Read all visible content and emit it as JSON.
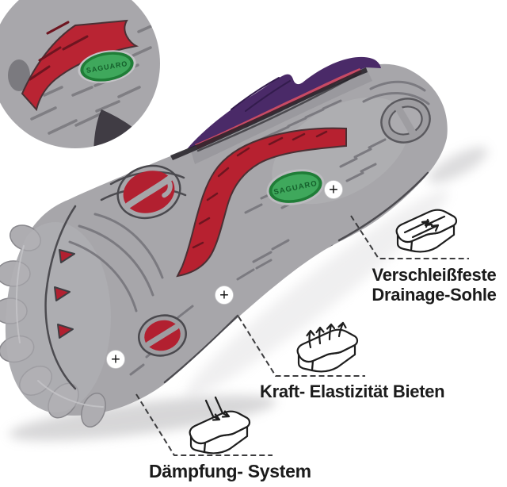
{
  "logos": {
    "sole_text": "SAGUARO",
    "inset_text": "SAGUARO"
  },
  "markers": {
    "symbol": "+"
  },
  "callouts": [
    {
      "name": "drainage-sole",
      "icon": "drainage-sole-icon",
      "lines": [
        "Verschleißfeste",
        "Drainage-Sohle"
      ]
    },
    {
      "name": "kraft-elastizitaet",
      "icon": "elastic-sole-icon",
      "lines": [
        "Kraft- Elastizität Bieten"
      ]
    },
    {
      "name": "daempfung-system",
      "icon": "damping-sole-icon",
      "lines": [
        "Dämpfung- System"
      ]
    }
  ],
  "colors": {
    "background": "#ffffff",
    "sole_gray": "#a7a6aa",
    "groove_gray": "#4c4b50",
    "accent_red": "#b22030",
    "logo_green": "#3fa85c",
    "logo_green_dark": "#1f7d37",
    "upper_purple": "#4a2a68",
    "midsole_pink": "#c84a64",
    "label_text": "#1b1b1b",
    "leader_line": "#3c3c3e"
  }
}
